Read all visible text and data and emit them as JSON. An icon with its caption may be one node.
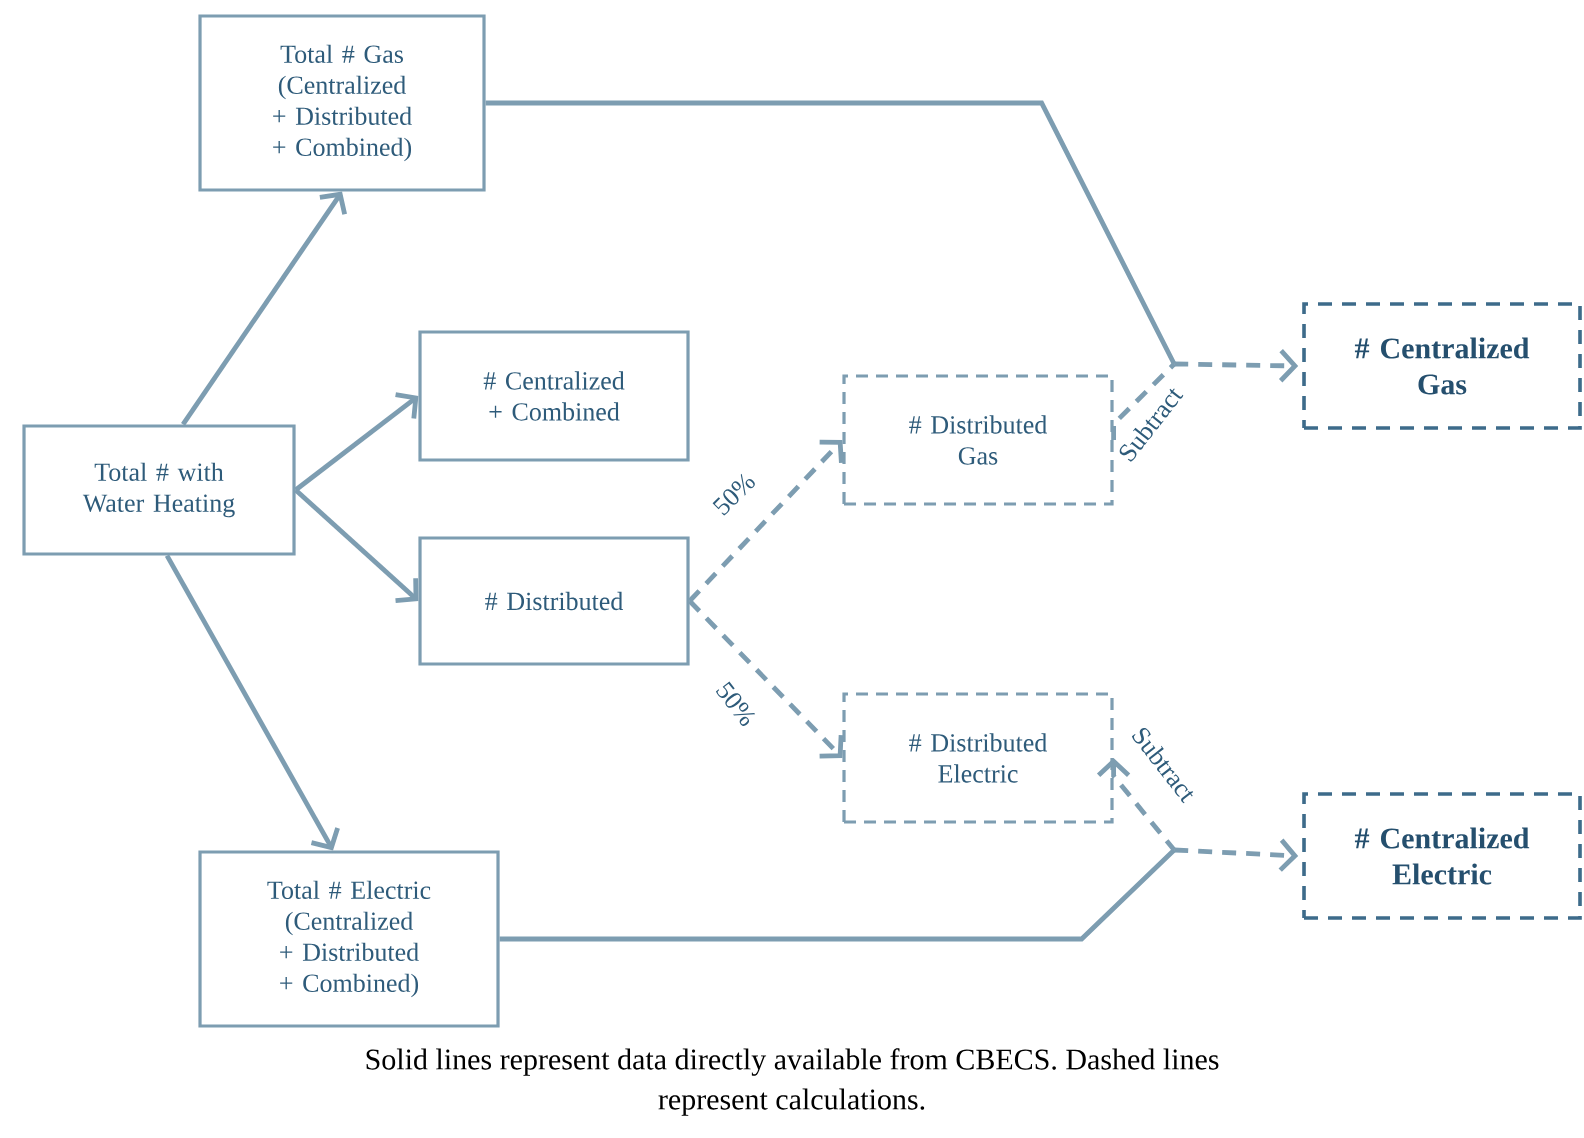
{
  "diagram": {
    "caption": "Solid lines represent data directly available from CBECS. Dashed lines represent calculations.",
    "nodes": [
      {
        "text": [
          "Total # Gas (Centralized + Distributed + Combined)"
        ]
      },
      {
        "text": [
          "Total # with Water Heating"
        ]
      },
      {
        "text": [
          "# Centralized + Combined"
        ]
      },
      {
        "text": [
          "# Distributed"
        ]
      },
      {
        "text": [
          "Total # Electric (Centralized + Distributed + Combined)"
        ]
      },
      {
        "text": [
          "# Distributed Gas"
        ]
      },
      {
        "text": [
          "# Distributed Electric"
        ]
      },
      {
        "text": [
          "# Centralized Gas"
        ]
      },
      {
        "text": [
          "# Centralized Electric"
        ]
      }
    ],
    "edges": [
      {
        "from": 1,
        "to": 0,
        "arrow": "to"
      },
      {
        "from": 1,
        "to": 2,
        "arrow": "to"
      },
      {
        "from": 1,
        "to": 3,
        "arrow": "to"
      },
      {
        "from": 1,
        "to": 4,
        "arrow": "to"
      },
      {
        "from": 3,
        "to": 5,
        "arrow": "to",
        "style": "dashed",
        "label": "50%"
      },
      {
        "from": 3,
        "to": 6,
        "arrow": "to",
        "style": "dashed",
        "label": "50%"
      },
      {
        "from": 0,
        "to": 7,
        "arrow": "to"
      },
      {
        "from": 5,
        "to": 7,
        "arrow": "to",
        "style": "dashed",
        "label": "Subtract"
      },
      {
        "from": 4,
        "to": 8,
        "arrow": "to"
      },
      {
        "from": 6,
        "to": 8,
        "arrow": "both",
        "style": "dashed",
        "label": "Subtract"
      }
    ]
  }
}
